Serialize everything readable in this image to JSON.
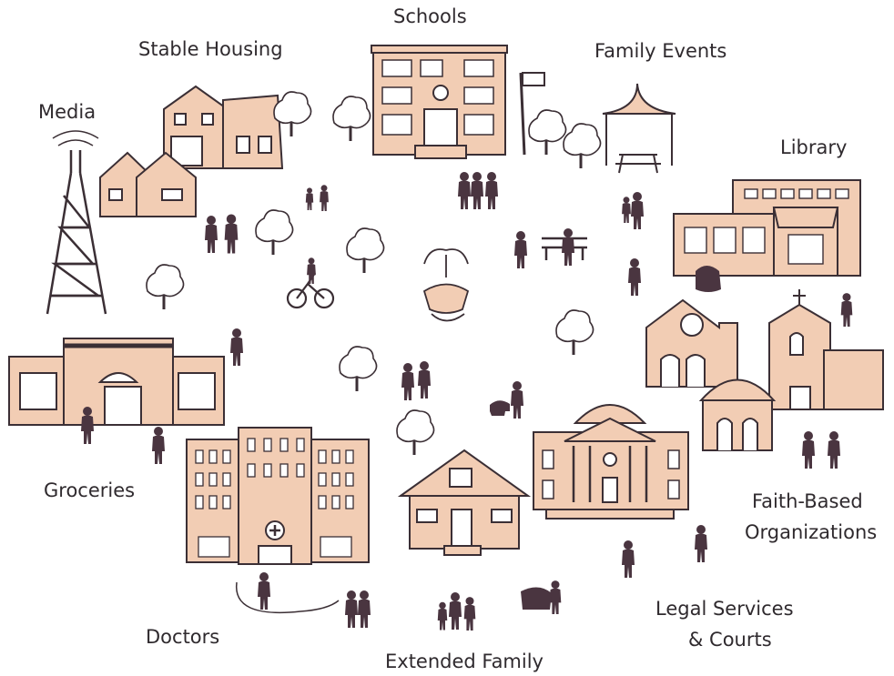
{
  "labels": {
    "schools": "Schools",
    "stable_housing": "Stable Housing",
    "family_events": "Family Events",
    "media": "Media",
    "library": "Library",
    "groceries": "Groceries",
    "faith_line1": "Faith-Based",
    "faith_line2": "Organizations",
    "doctors": "Doctors",
    "legal_line1": "Legal Services",
    "legal_line2": "& Courts",
    "extended_family": "Extended Family"
  },
  "colors": {
    "building_fill": "#f2cdb4",
    "outline": "#3b2f35",
    "silhouette": "#4a3540",
    "text": "#2f2a2e"
  }
}
